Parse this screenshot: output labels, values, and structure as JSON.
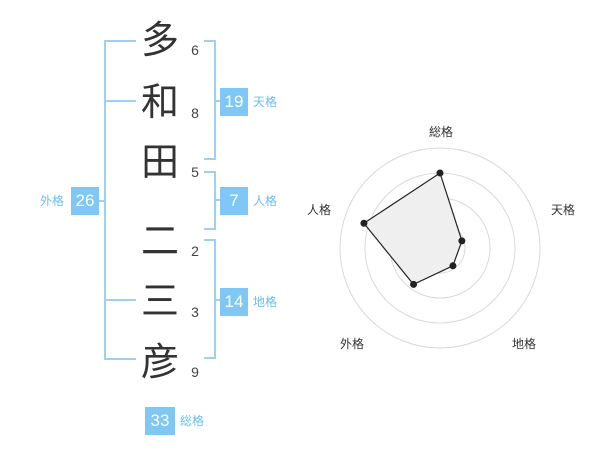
{
  "name": {
    "characters": [
      "多",
      "和",
      "田",
      "二",
      "三",
      "彦"
    ],
    "strokes": [
      "6",
      "8",
      "5",
      "2",
      "3",
      "9"
    ]
  },
  "groups": {
    "tenkaku": {
      "value": "19",
      "label": "天格"
    },
    "jinkaku": {
      "value": "7",
      "label": "人格"
    },
    "chikaku": {
      "value": "14",
      "label": "地格"
    },
    "gaikaku": {
      "value": "26",
      "label": "外格"
    },
    "soukaku": {
      "value": "33",
      "label": "総格"
    }
  },
  "radar": {
    "axes": [
      "総格",
      "天格",
      "地格",
      "外格",
      "人格"
    ],
    "values": [
      0.75,
      0.23,
      0.22,
      0.45,
      0.8
    ]
  },
  "colors": {
    "accent": "#7fc7f4",
    "bracket": "#9fd0f3",
    "label": "#6bbdf0"
  }
}
